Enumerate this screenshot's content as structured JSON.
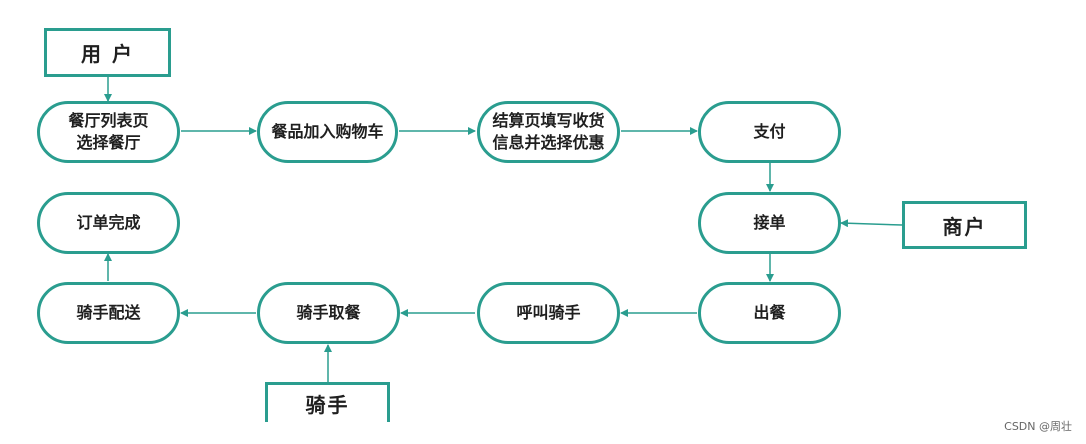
{
  "actors": {
    "user": "用 户",
    "merchant": "商户",
    "rider": "骑手"
  },
  "steps": {
    "select_restaurant": "餐厅列表页\n选择餐厅",
    "add_to_cart": "餐品加入购物车",
    "checkout": "结算页填写收货\n信息并选择优惠",
    "pay": "支付",
    "accept_order": "接单",
    "serve_meal": "出餐",
    "call_rider": "呼叫骑手",
    "rider_pickup": "骑手取餐",
    "rider_deliver": "骑手配送",
    "order_complete": "订单完成"
  },
  "watermark": "CSDN @周壮",
  "colors": {
    "accent": "#2a9d8f",
    "text": "#1f1f1f"
  }
}
